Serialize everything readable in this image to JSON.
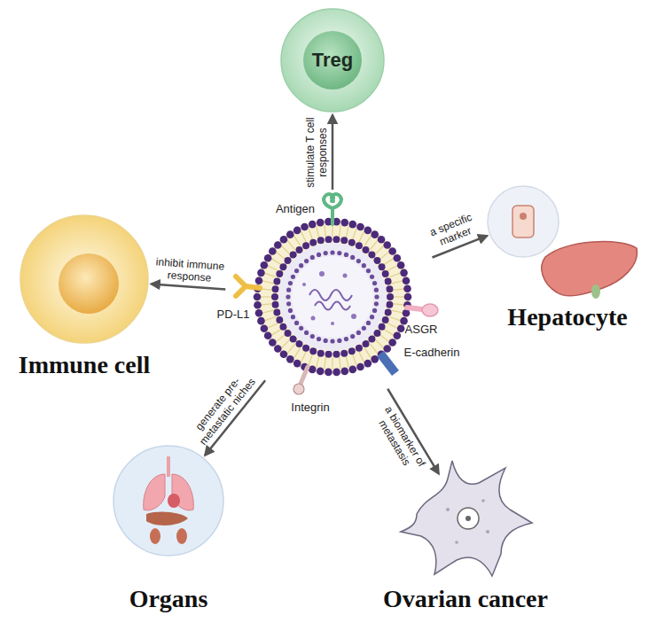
{
  "diagram": {
    "nodes": [
      {
        "text": [
          "Treg"
        ]
      },
      {
        "text": [
          "Immune cell"
        ]
      },
      {
        "text": [
          "Antigen",
          "PD-L1",
          "ASGR",
          "E-cadherin",
          "Integrin"
        ]
      },
      {
        "text": [
          "Hepatocyte"
        ]
      },
      {
        "text": [
          "Organs"
        ]
      },
      {
        "text": [
          "Ovarian cancer"
        ]
      }
    ],
    "edges": [
      {
        "from": 2,
        "to": 0,
        "arrow": "to",
        "label": "stimulate T cell responses"
      },
      {
        "from": 2,
        "to": 1,
        "arrow": "to",
        "label": "inhibit immune response"
      },
      {
        "from": 2,
        "to": 3,
        "arrow": "to",
        "label": "a specific marker"
      },
      {
        "from": 2,
        "to": 4,
        "arrow": "to",
        "label": "generate pre-metastatic niches"
      },
      {
        "from": 2,
        "to": 5,
        "arrow": "to",
        "label": "a biomarker of metastasis"
      }
    ]
  }
}
